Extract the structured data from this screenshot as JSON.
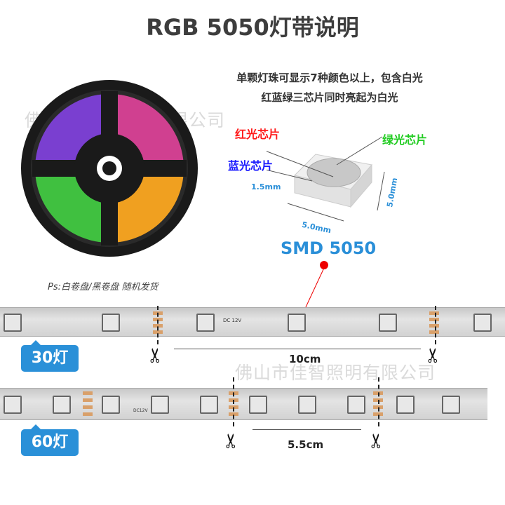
{
  "title": "RGB 5050灯带说明",
  "description": [
    "单颗灯珠可显示7种颜色以上，包含白光",
    "红蓝绿三芯片同时亮起为白光"
  ],
  "watermark": "佛山市佳智照明有限公司",
  "chip": {
    "red_label": "红光芯片",
    "green_label": "绿光芯片",
    "blue_label": "蓝光芯片",
    "height": "1.5mm",
    "width": "5.0mm",
    "depth": "5.0mm",
    "model": "SMD 5050",
    "colors": {
      "red": "#ff1a1a",
      "green": "#22cc22",
      "blue": "#1a1aff",
      "dim": "#2a8fd8"
    }
  },
  "note": "Ps:白卷盘/黑卷盘 随机发货",
  "strips": [
    {
      "badge": "30灯",
      "cut_length": "10cm",
      "label": "DC 12V"
    },
    {
      "badge": "60灯",
      "cut_length": "5.5cm",
      "label": "DC12V"
    }
  ],
  "scissors_icon": "✂"
}
